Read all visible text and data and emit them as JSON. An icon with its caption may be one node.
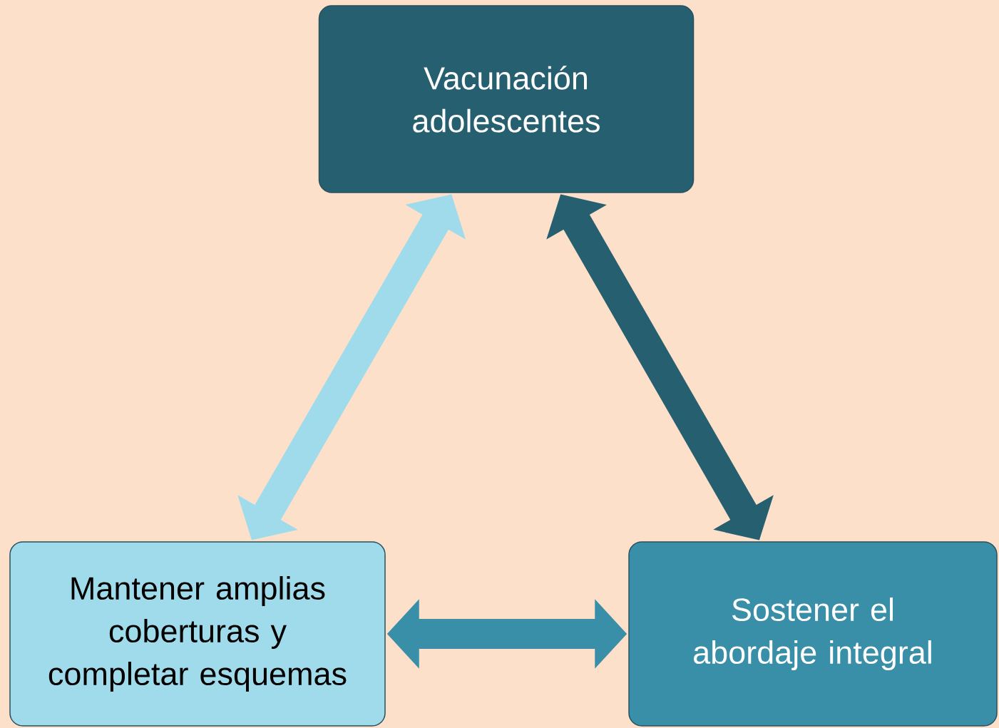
{
  "diagram": {
    "nodes": [
      {
        "text": [
          "Vacunación adolescentes"
        ]
      },
      {
        "text": [
          "Mantener amplias coberturas y completar esquemas"
        ]
      },
      {
        "text": [
          "Sostener el abordaje integral"
        ]
      }
    ],
    "edges": [
      {
        "from": 1,
        "to": 0,
        "arrow": "both",
        "color": "#a0dbeb"
      },
      {
        "from": 0,
        "to": 2,
        "arrow": "both",
        "color": "#265f6f"
      },
      {
        "from": 1,
        "to": 2,
        "arrow": "both",
        "color": "#3a8fa8"
      }
    ]
  }
}
